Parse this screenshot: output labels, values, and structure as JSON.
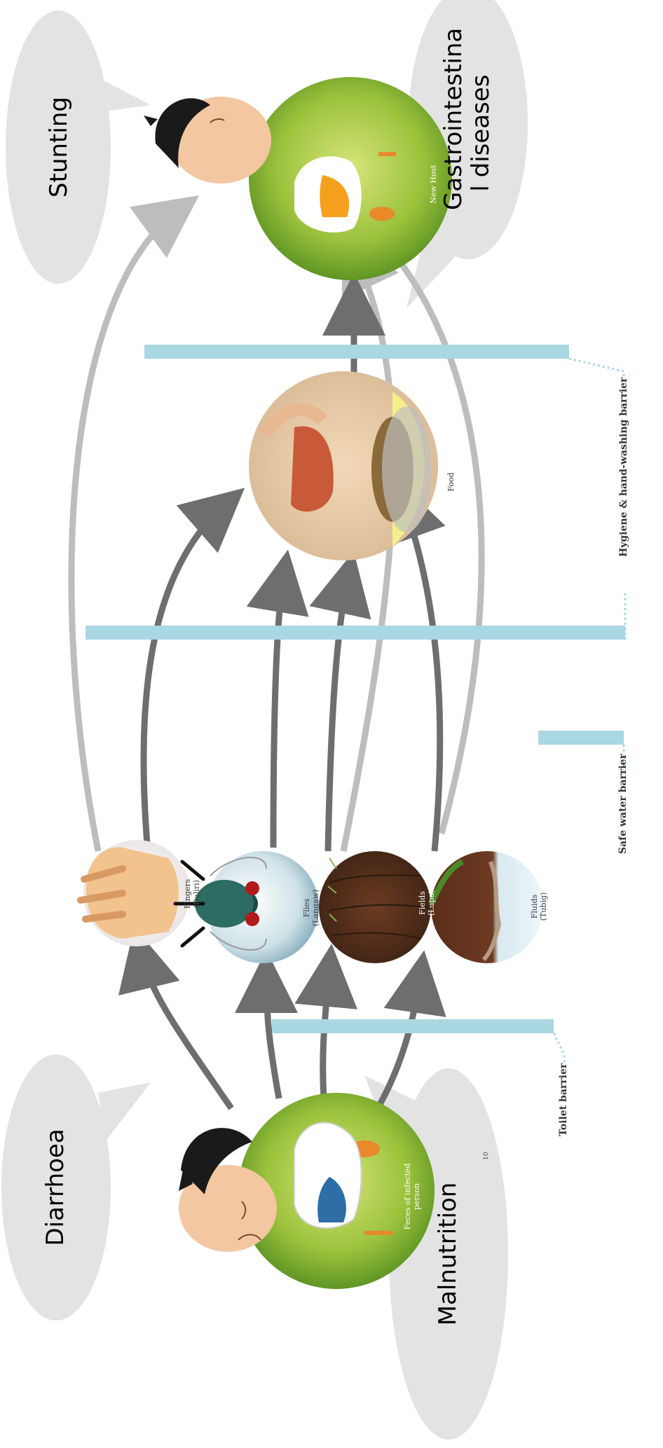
{
  "bubbles": {
    "diarrhoea": "Diarrhoea",
    "malnutrition": "Malnutrition",
    "stunting": "Stunting",
    "gastro_line1": "Gastrointestina",
    "gastro_line2": "l diseases"
  },
  "barriers": {
    "toilet": "Toilet barrier",
    "safe_water": "Safe water barrier",
    "hygiene": "Hygiene & hand-washing barrier"
  },
  "nodes": {
    "feces_line1": "Feces of infected",
    "feces_line2": "person",
    "fingers": "Fingers",
    "fingers_sub": "(Daliri)",
    "flies": "Flies",
    "flies_sub": "(Langaw)",
    "fields": "Fields",
    "fields_sub": "(Lupa)",
    "fluids": "Fluids",
    "fluids_sub": "(Tubig)",
    "food": "Food",
    "new_host": "New Host"
  },
  "page_number": "10"
}
